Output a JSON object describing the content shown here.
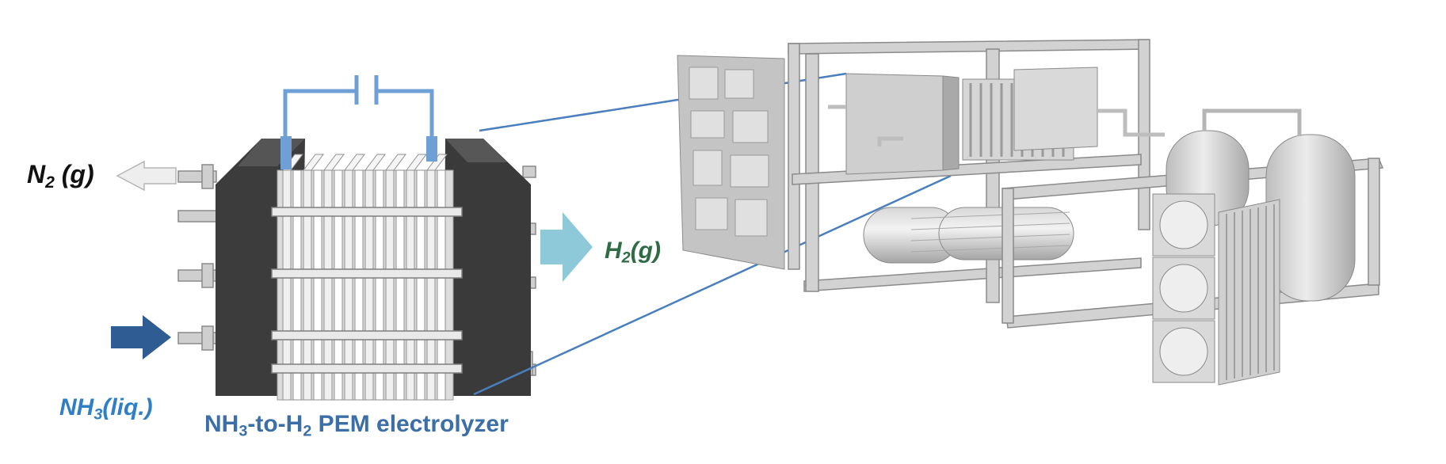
{
  "labels": {
    "n2": {
      "main": "N",
      "sub": "2",
      "rest": " (g)"
    },
    "h2": {
      "main": "H",
      "sub": "2",
      "rest": "(g)"
    },
    "nh3": {
      "main": "NH",
      "sub": "3",
      "rest": "(liq.)"
    },
    "title": {
      "part1": "NH",
      "sub1": "3",
      "part2": "-to-H",
      "sub2": "2",
      "part3": " PEM electrolyzer"
    }
  },
  "colors": {
    "n2_text": "#111111",
    "h2_text": "#2f6b45",
    "nh3_text": "#2f7fc6",
    "title_text": "#3c6fa8",
    "outlet_arrow": "#eeeeee",
    "h2_arrow": "#8ec9d9",
    "inlet_arrow": "#2f5c93",
    "wire": "#6ea0d6",
    "leader_line": "#4a7fbf",
    "stack_dark": "#3f3f3f",
    "plate_light": "#e6e6e6",
    "frame_gray": "#c8c8c8"
  }
}
